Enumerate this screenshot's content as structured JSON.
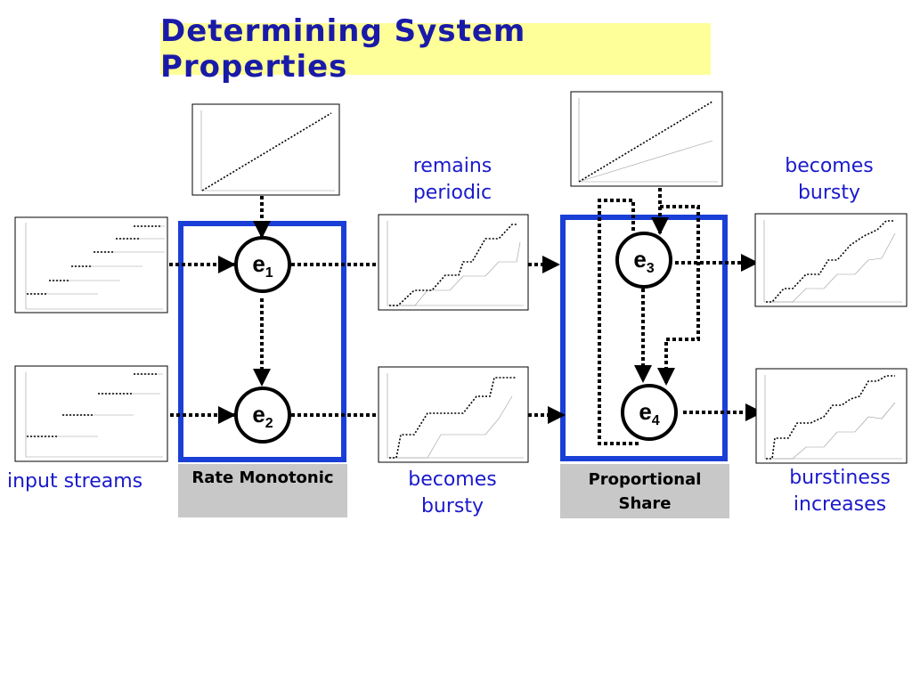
{
  "title": "Determining System Properties",
  "captions": {
    "input_streams": "input streams",
    "remains_periodic": [
      "remains",
      "periodic"
    ],
    "becomes_bursty_top": [
      "becomes",
      "bursty"
    ],
    "becomes_bursty_bottom": [
      "becomes",
      "bursty"
    ],
    "burstiness_increases": [
      "burstiness",
      "increases"
    ]
  },
  "schedulers": {
    "rate_monotonic": "Rate Monotonic",
    "proportional_share": [
      "Proportional",
      "Share"
    ]
  },
  "nodes": [
    {
      "id": "e1",
      "base": "e",
      "sub": "1"
    },
    {
      "id": "e2",
      "base": "e",
      "sub": "2"
    },
    {
      "id": "e3",
      "base": "e",
      "sub": "3"
    },
    {
      "id": "e4",
      "base": "e",
      "sub": "4"
    }
  ],
  "colors": {
    "title_bg": "#ffff99",
    "title_text": "#1a1aa8",
    "caption_text": "#1a1acc",
    "scheduler_frame": "#1a3fd6",
    "scheduler_label_bg": "#c8c8c8"
  }
}
